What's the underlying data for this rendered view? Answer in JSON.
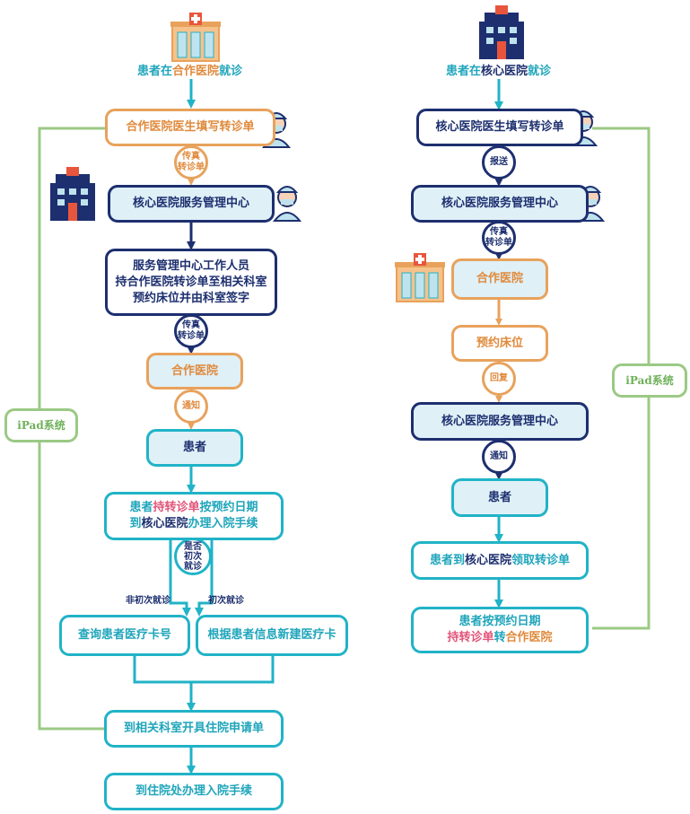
{
  "left": {
    "title_parts": [
      "患者在",
      "合作医院",
      "就诊"
    ],
    "step1": "合作医院医生填写转诊单",
    "badge1": "传真\n转诊单",
    "step2": "核心医院服务管理中心",
    "step3": "服务管理中心工作人员\n持合作医院转诊单至相关科室\n预约床位并由科室签字",
    "badge2": "传真\n转诊单",
    "step4": "合作医院",
    "badge3": "通知",
    "step5": "患者",
    "step6_parts": [
      "患者",
      "持转诊单",
      "按预约日期",
      "到",
      "核心医院",
      "办理入院手续"
    ],
    "badge4": "是否\n初次\n就诊",
    "branch_left": "非初次就诊",
    "branch_right": "初次就诊",
    "step7a": "查询患者医疗卡号",
    "step7b": "根据患者信息新建医疗卡",
    "step8": "到相关科室开具住院申请单",
    "step9": "到住院处办理入院手续",
    "ipad": "iPad系统"
  },
  "right": {
    "title_parts": [
      "患者在",
      "核心医院",
      "就诊"
    ],
    "step1": "核心医院医生填写转诊单",
    "badge1": "报送",
    "step2": "核心医院服务管理中心",
    "badge2": "传真\n转诊单",
    "step3": "合作医院",
    "step4": "预约床位",
    "badge3": "回复",
    "step5": "核心医院服务管理中心",
    "badge4": "通知",
    "step6": "患者",
    "step7_parts": [
      "患者到",
      "核心医院",
      "领取转诊单"
    ],
    "step8_parts": [
      "患者按预约日期",
      "持转诊单",
      "转",
      "合作医院"
    ],
    "ipad": "iPad系统"
  },
  "colors": {
    "navy": "#1d2f6f",
    "orange": "#e8a25c",
    "teal": "#21b3c7",
    "green": "#9bc985",
    "light_fill": "#dff0f7",
    "highlight_red": "#e0557a"
  },
  "icons": [
    "partner-hospital-icon",
    "core-hospital-icon",
    "doctor-icon"
  ]
}
